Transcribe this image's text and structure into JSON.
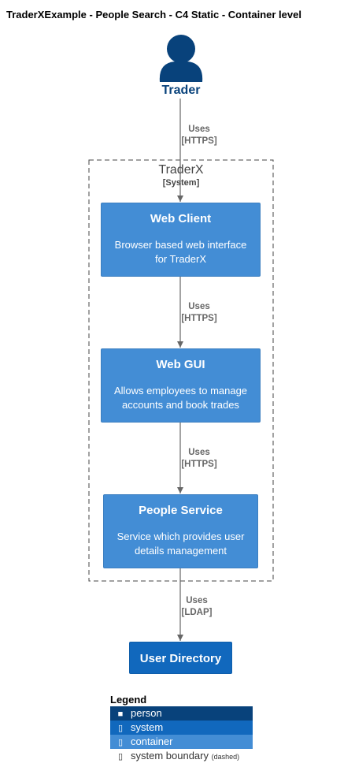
{
  "title": "TraderXExample - People Search - C4 Static - Container level",
  "person": {
    "name": "Trader"
  },
  "boundary": {
    "name": "TraderX",
    "type": "[System]"
  },
  "relations": [
    {
      "label": "Uses",
      "tech": "[HTTPS]"
    },
    {
      "label": "Uses",
      "tech": "[HTTPS]"
    },
    {
      "label": "Uses",
      "tech": "[HTTPS]"
    },
    {
      "label": "Uses",
      "tech": "[LDAP]"
    }
  ],
  "containers": [
    {
      "name": "Web Client",
      "description_line1": "Browser based web interface",
      "description_line2": "for TraderX"
    },
    {
      "name": "Web GUI",
      "description_line1": "Allows employees to manage",
      "description_line2": "accounts and book trades"
    },
    {
      "name": "People Service",
      "description_line1": "Service which provides user",
      "description_line2": "details management"
    }
  ],
  "external_system": {
    "name": "User Directory"
  },
  "legend": {
    "title": "Legend",
    "items": [
      {
        "label": "person",
        "color": "#08427b"
      },
      {
        "label": "system",
        "color": "#1168bd"
      },
      {
        "label": "container",
        "color": "#438dd5"
      },
      {
        "label": "system boundary",
        "note": "(dashed)"
      }
    ]
  },
  "colors": {
    "person": "#08427b",
    "system": "#1168bd",
    "container": "#438dd5",
    "arrow": "#666666"
  }
}
